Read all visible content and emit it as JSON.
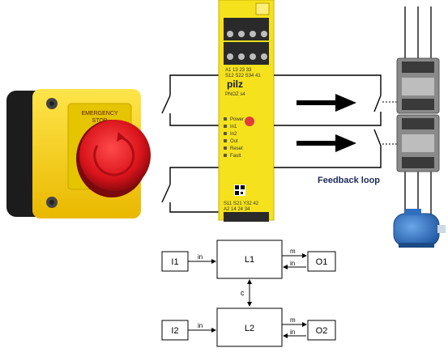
{
  "emergency_stop": {
    "label_line1": "EMERGENCY",
    "label_line2": "STOP",
    "colors": {
      "housing": "#f2c400",
      "body": "#1c1c1c",
      "button": "#d9141b"
    }
  },
  "relay": {
    "brand": "pilz",
    "model": "PNOZ s4",
    "top_terminals_row1": "A1  13  23  33",
    "top_terminals_row2": "S12 S22 S34 41",
    "indicators": [
      "Power",
      "In1",
      "In2",
      "Out",
      "Reset",
      "Fault"
    ],
    "bottom_terminals_row1": "S11  S21  Y32  42",
    "bottom_terminals_row2": "A2   14   24   34",
    "colors": {
      "body": "#f5e21d",
      "terminal": "#2a2a2a"
    }
  },
  "feedback_label": "Feedback loop",
  "block_diagram": {
    "inputs": [
      "I1",
      "I2"
    ],
    "logic": [
      "L1",
      "L2"
    ],
    "outputs": [
      "O1",
      "O2"
    ],
    "input_signal": "in",
    "m_signal": "m",
    "out_signal": "in",
    "coupling": "c"
  },
  "colors": {
    "accent_text": "#1b2a55",
    "motor": "#2f6fc0",
    "contactor": "#8a8a8a"
  }
}
